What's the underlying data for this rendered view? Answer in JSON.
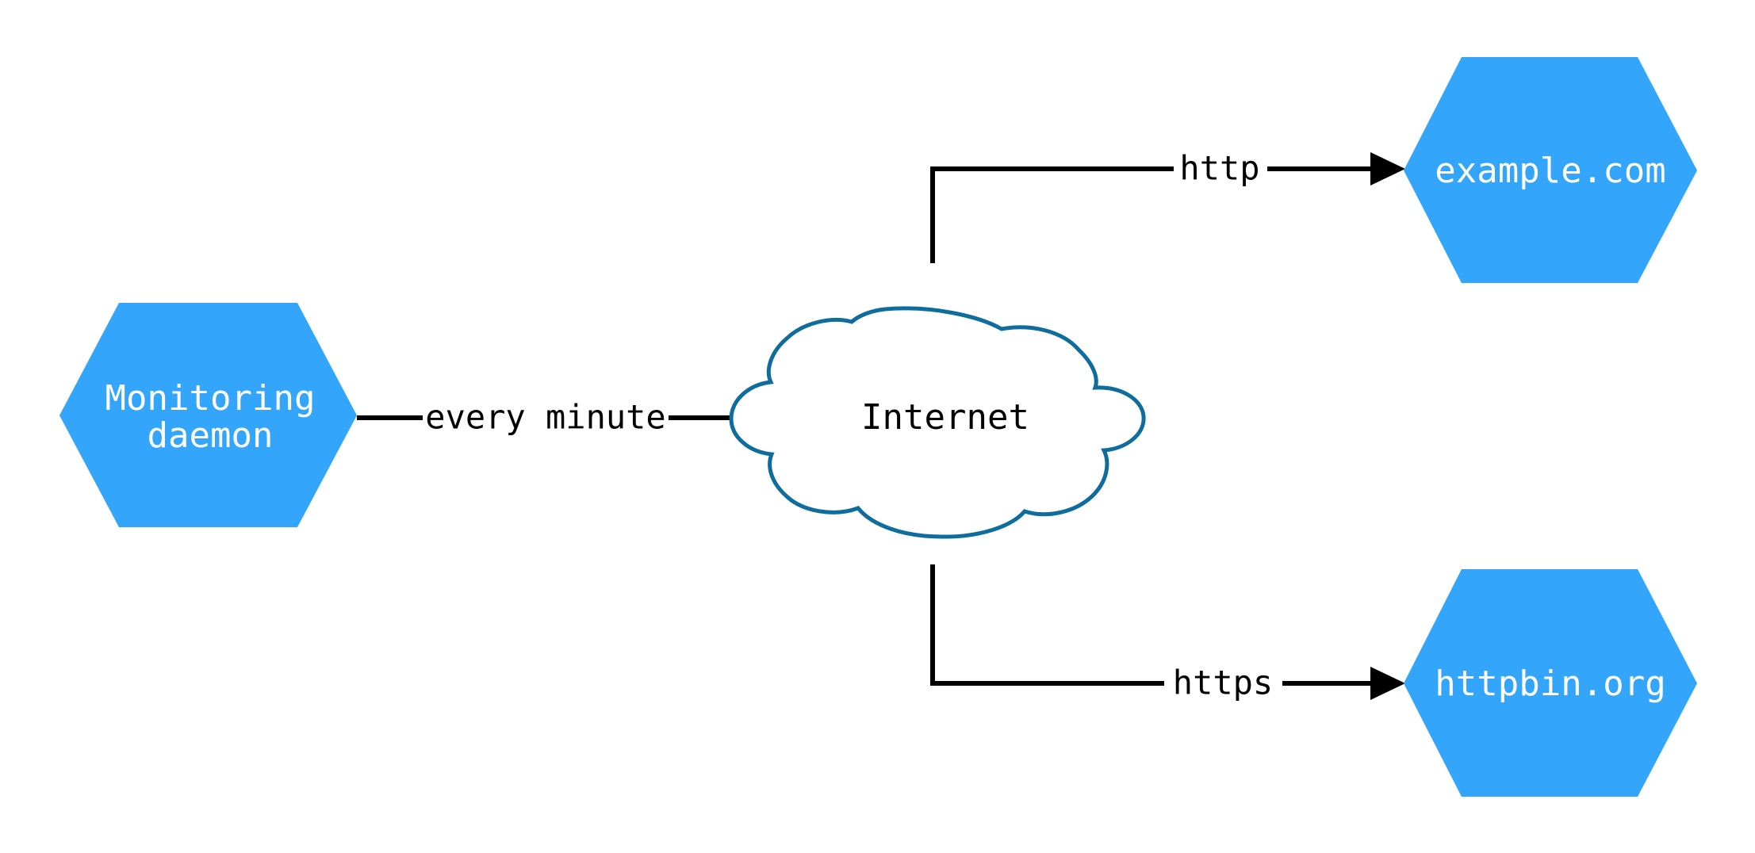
{
  "diagram": {
    "title": "Monitoring daemon network diagram",
    "background_color": "#ffffff",
    "nodes": [
      {
        "id": "monitoring-daemon",
        "label_line1": "Monitoring",
        "label_line2": "daemon",
        "shape": "hexagon",
        "fill": "#33a6fc",
        "text_color": "#ffffff"
      },
      {
        "id": "internet",
        "label_line1": "Internet",
        "label_line2": "",
        "shape": "cloud",
        "fill": "#ffffff",
        "stroke": "#0f6d9e",
        "text_color": "#000000"
      },
      {
        "id": "example-com",
        "label_line1": "example.com",
        "label_line2": "",
        "shape": "hexagon",
        "fill": "#33a6fc",
        "text_color": "#ffffff"
      },
      {
        "id": "httpbin-org",
        "label_line1": "httpbin.org",
        "label_line2": "",
        "shape": "hexagon",
        "fill": "#33a6fc",
        "text_color": "#ffffff"
      }
    ],
    "edges": [
      {
        "id": "daemon-to-internet",
        "from": "monitoring-daemon",
        "to": "internet",
        "label": "every minute",
        "color": "#000000"
      },
      {
        "id": "internet-to-example",
        "from": "internet",
        "to": "example-com",
        "label": "http",
        "color": "#000000"
      },
      {
        "id": "internet-to-httpbin",
        "from": "internet",
        "to": "httpbin-org",
        "label": "https",
        "color": "#000000"
      }
    ]
  }
}
